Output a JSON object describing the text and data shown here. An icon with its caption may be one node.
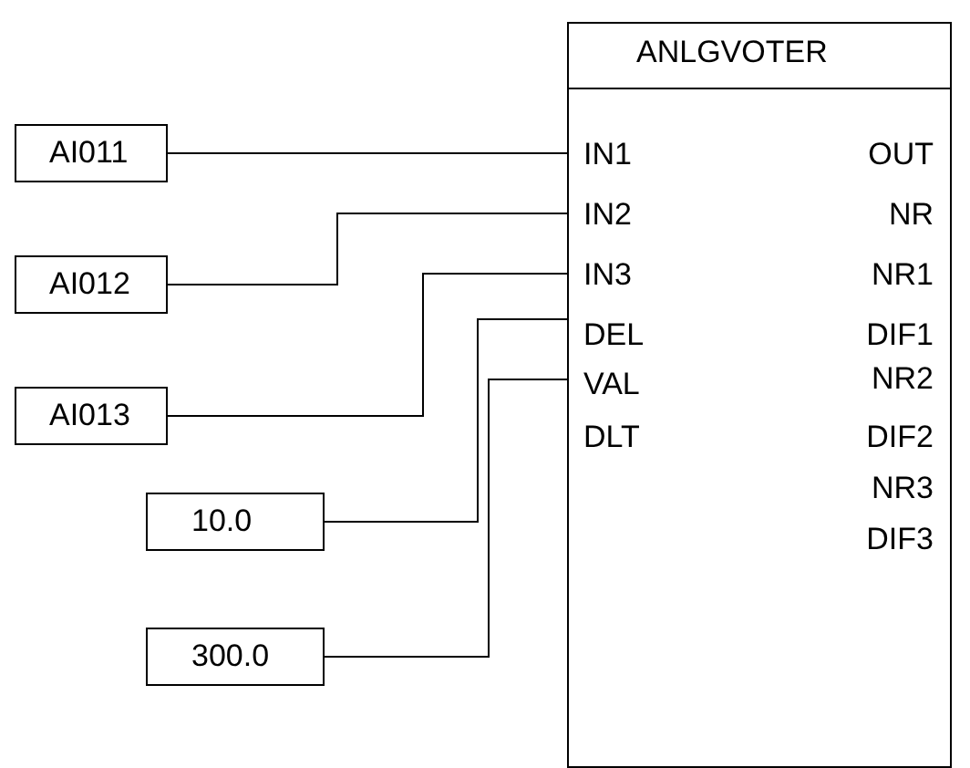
{
  "diagram": {
    "nodes": [
      {
        "text": [
          "ANLGVOTER",
          "IN1",
          "OUT",
          "IN2",
          "NR",
          "IN3",
          "NR1",
          "DEL",
          "DIF1",
          "VAL",
          "NR2",
          "DLT",
          "DIF2",
          "NR3",
          "DIF3"
        ]
      },
      {
        "text": [
          "AI011"
        ]
      },
      {
        "text": [
          "AI012"
        ]
      },
      {
        "text": [
          "AI013"
        ]
      },
      {
        "text": [
          "10.0"
        ]
      },
      {
        "text": [
          "300.0"
        ]
      }
    ],
    "edges": [
      {
        "from": 1,
        "to": 0,
        "arrow": "none"
      },
      {
        "from": 2,
        "to": 0,
        "arrow": "none"
      },
      {
        "from": 3,
        "to": 0,
        "arrow": "none"
      },
      {
        "from": 4,
        "to": 0,
        "arrow": "none"
      },
      {
        "from": 5,
        "to": 0,
        "arrow": "none"
      }
    ]
  }
}
